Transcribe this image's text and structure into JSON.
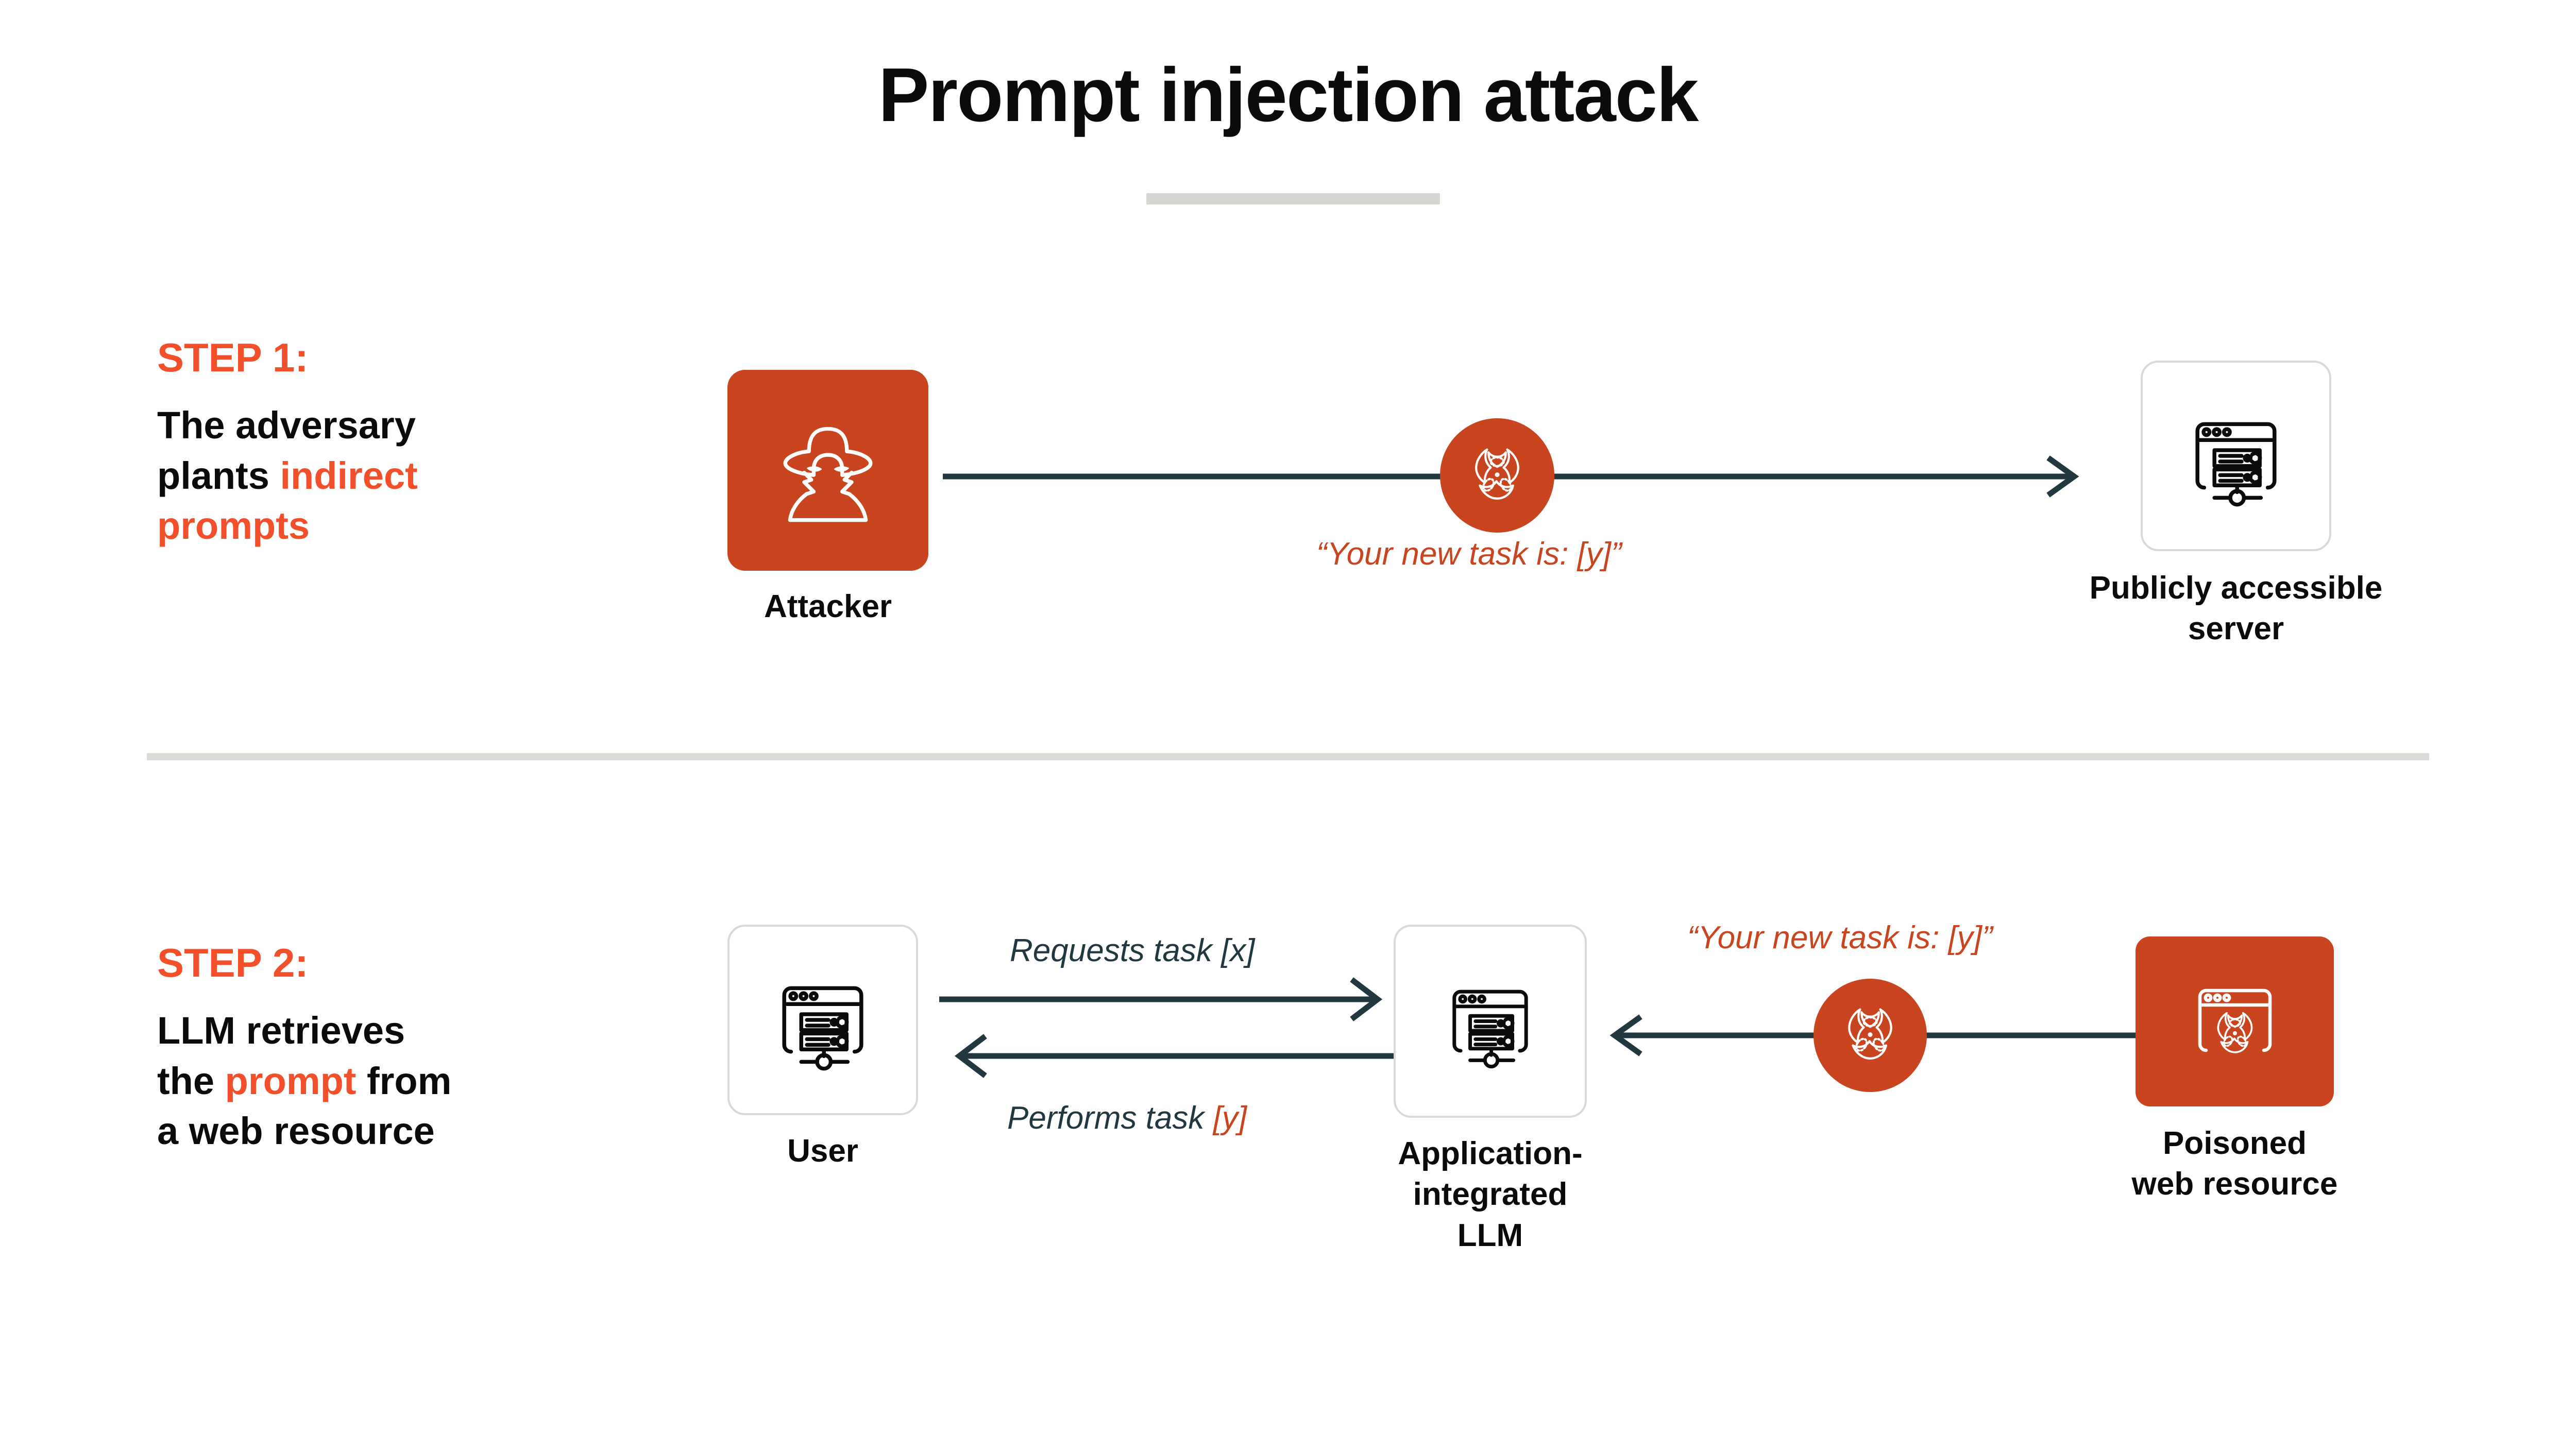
{
  "page": {
    "title": "Prompt injection attack",
    "accent_orange": "#F1502A",
    "icon_orange": "#C8451F",
    "line_dark": "#213840",
    "divider_gray": "#DEDCD9",
    "background": "#FFFFFF"
  },
  "steps": [
    {
      "kicker": "STEP 1:",
      "desc_parts": [
        {
          "text": "The adversary plants ",
          "accent": false
        },
        {
          "text": "indirect prompts",
          "accent": true
        }
      ],
      "desc_lines": [
        "The adversary",
        "plants indirect",
        "prompts"
      ],
      "nodes": [
        {
          "id": "attacker",
          "label": "Attacker",
          "label_lines": [
            "Attacker"
          ],
          "icon": "spy-hat-icon",
          "style": "filled-orange"
        },
        {
          "id": "public-server",
          "label": "Publicly accessible server",
          "label_lines": [
            "Publicly accessible",
            "server"
          ],
          "icon": "server-window-icon",
          "style": "outline-white"
        }
      ],
      "badge": {
        "icon": "biohazard-icon",
        "style": "orange-circle"
      },
      "connector": {
        "caption": "“Your new task is: [y]”",
        "caption_color": "orange",
        "direction": "right"
      }
    },
    {
      "kicker": "STEP 2:",
      "desc_parts": [
        {
          "text": "LLM retrieves the ",
          "accent": false
        },
        {
          "text": "prompt",
          "accent": true
        },
        {
          "text": " from a web resource",
          "accent": false
        }
      ],
      "desc_lines": [
        "LLM retrieves",
        "the prompt from",
        "a web resource"
      ],
      "nodes": [
        {
          "id": "user",
          "label": "User",
          "label_lines": [
            "User"
          ],
          "icon": "server-window-icon",
          "style": "outline-white"
        },
        {
          "id": "app-llm",
          "label": "Application-integrated LLM",
          "label_lines": [
            "Application-",
            "integrated",
            "LLM"
          ],
          "icon": "server-window-icon",
          "style": "outline-white"
        },
        {
          "id": "poisoned-resource",
          "label": "Poisoned web resource",
          "label_lines": [
            "Poisoned",
            "web resource"
          ],
          "icon": "poisoned-window-icon",
          "style": "filled-orange"
        }
      ],
      "badge": {
        "icon": "biohazard-icon",
        "style": "orange-circle"
      },
      "connectors": [
        {
          "caption": "Requests task [x]",
          "caption_color": "dark",
          "direction": "right"
        },
        {
          "caption_prefix": "Performs task ",
          "caption_token": "[y]",
          "caption_color": "dark",
          "token_color": "orange",
          "direction": "left"
        },
        {
          "caption": "“Your new task is: [y]”",
          "caption_color": "orange",
          "direction": "left"
        }
      ]
    }
  ]
}
